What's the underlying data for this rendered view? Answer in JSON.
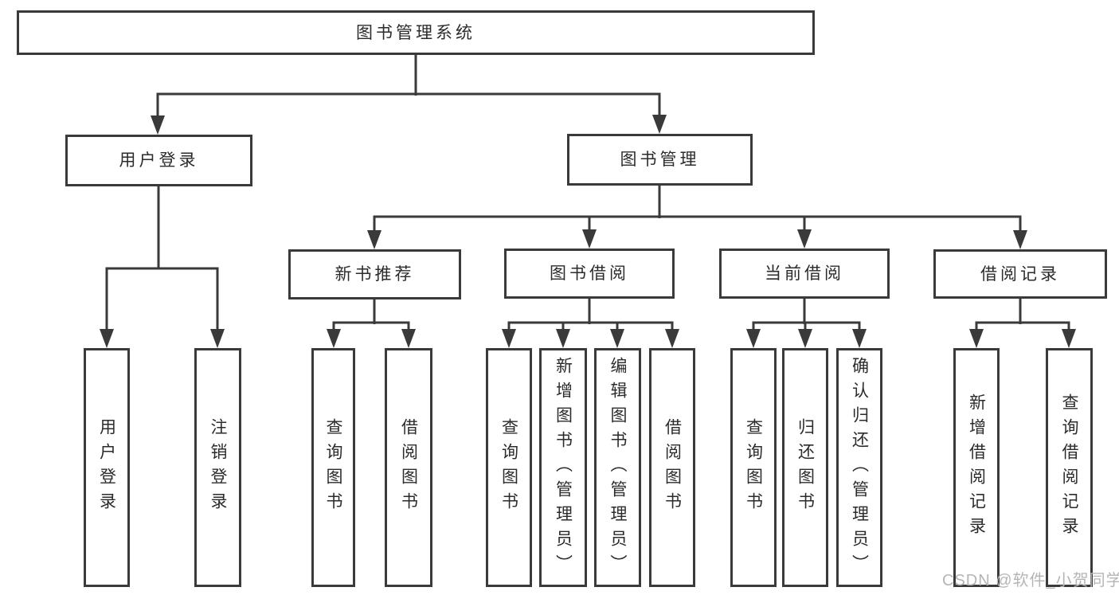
{
  "nodes": {
    "root": "图书管理系统",
    "level1": {
      "user_login": "用户登录",
      "book_mgmt": "图书管理"
    },
    "level2": {
      "new_book_rec": "新书推荐",
      "book_borrow": "图书借阅",
      "current_borrow": "当前借阅",
      "borrow_records": "借阅记录"
    },
    "leaves": {
      "user_login": "用户登录",
      "logout": "注销登录",
      "rec_query_book": "查询图书",
      "rec_borrow_book": "借阅图书",
      "bor_query_book": "查询图书",
      "bor_add_book": "新增图书（管理员）",
      "bor_edit_book": "编辑图书（管理员）",
      "bor_borrow_book": "借阅图书",
      "cur_query_book": "查询图书",
      "cur_return_book": "归还图书",
      "cur_confirm_return": "确认归还（管理员）",
      "rcd_add_record": "新增借阅记录",
      "rcd_query_record": "查询借阅记录"
    }
  },
  "watermark": "CSDN @软件_小贺同学",
  "colors": {
    "line": "#3a3a3a",
    "text": "#2b2b2b",
    "watermark": "#b5b5b5",
    "background": "#ffffff"
  }
}
